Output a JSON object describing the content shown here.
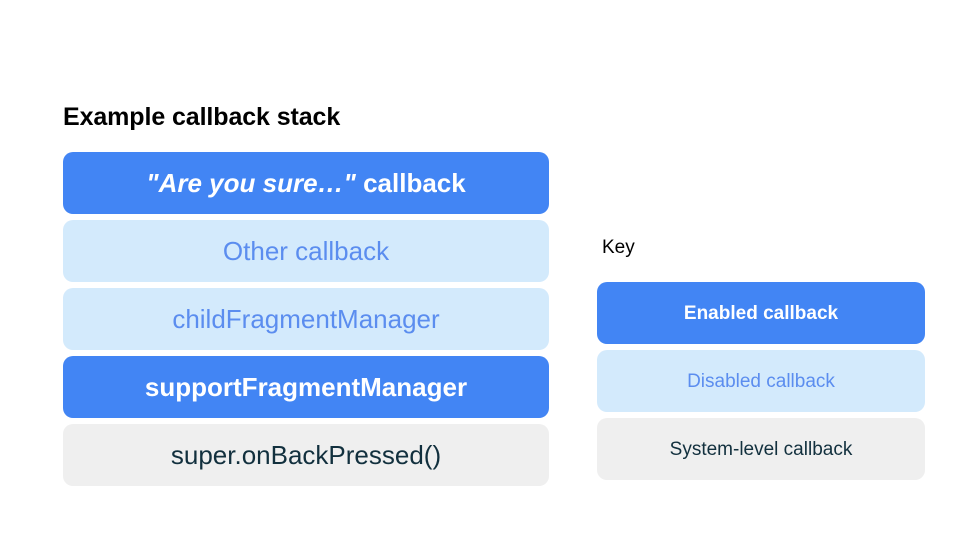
{
  "colors": {
    "background": "#ffffff",
    "enabled_bg": "#4285f4",
    "enabled_text": "#ffffff",
    "disabled_bg": "#d3eafc",
    "disabled_text": "#5b8def",
    "system_bg": "#efefef",
    "system_text": "#12303e",
    "heading_text": "#000000"
  },
  "stack": {
    "title": "Example callback stack",
    "items": [
      {
        "label": "\"Are you sure…\" callback",
        "quoted_part": "\"Are you sure…\"",
        "plain_part": "callback",
        "state": "enabled"
      },
      {
        "label": "Other callback",
        "state": "disabled"
      },
      {
        "label": "childFragmentManager",
        "state": "disabled"
      },
      {
        "label": "supportFragmentManager",
        "state": "enabled"
      },
      {
        "label": "super.onBackPressed()",
        "state": "system"
      }
    ]
  },
  "key": {
    "title": "Key",
    "items": [
      {
        "label": "Enabled callback",
        "state": "enabled"
      },
      {
        "label": "Disabled callback",
        "state": "disabled"
      },
      {
        "label": "System-level callback",
        "state": "system"
      }
    ]
  }
}
